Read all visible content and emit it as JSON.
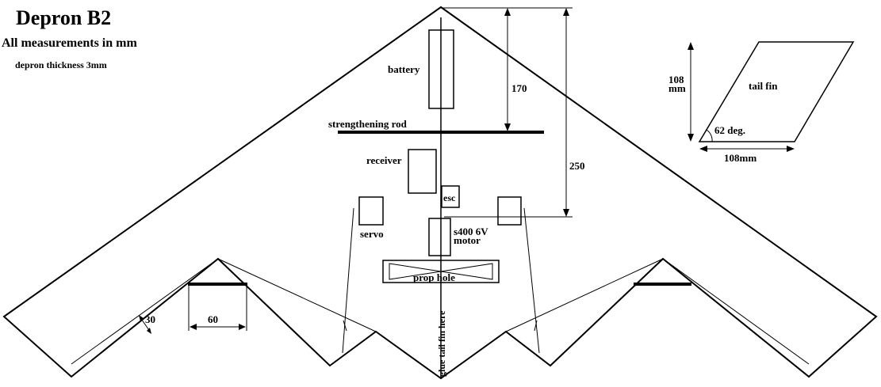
{
  "header": {
    "title": "Depron B2",
    "subtitle": "All measurements in mm",
    "note": "depron thickness 3mm"
  },
  "labels": {
    "battery": "battery",
    "strengthening_rod": "strengthening rod",
    "receiver": "receiver",
    "esc": "esc",
    "servo": "servo",
    "motor_line1": "s400 6V",
    "motor_line2": "motor",
    "prop_hole": "prop hole",
    "glue_tail_fin": "glue tail fin here",
    "tail_fin": "tail fin"
  },
  "dimensions": {
    "rod_distance": "170",
    "motor_distance": "250",
    "trailing_width": "60",
    "elevon_width": "30",
    "fin_height_value": "108",
    "fin_height_unit": "mm",
    "fin_base": "108mm",
    "fin_angle": "62 deg."
  },
  "colors": {
    "ink": "#000000",
    "paper": "#ffffff"
  }
}
